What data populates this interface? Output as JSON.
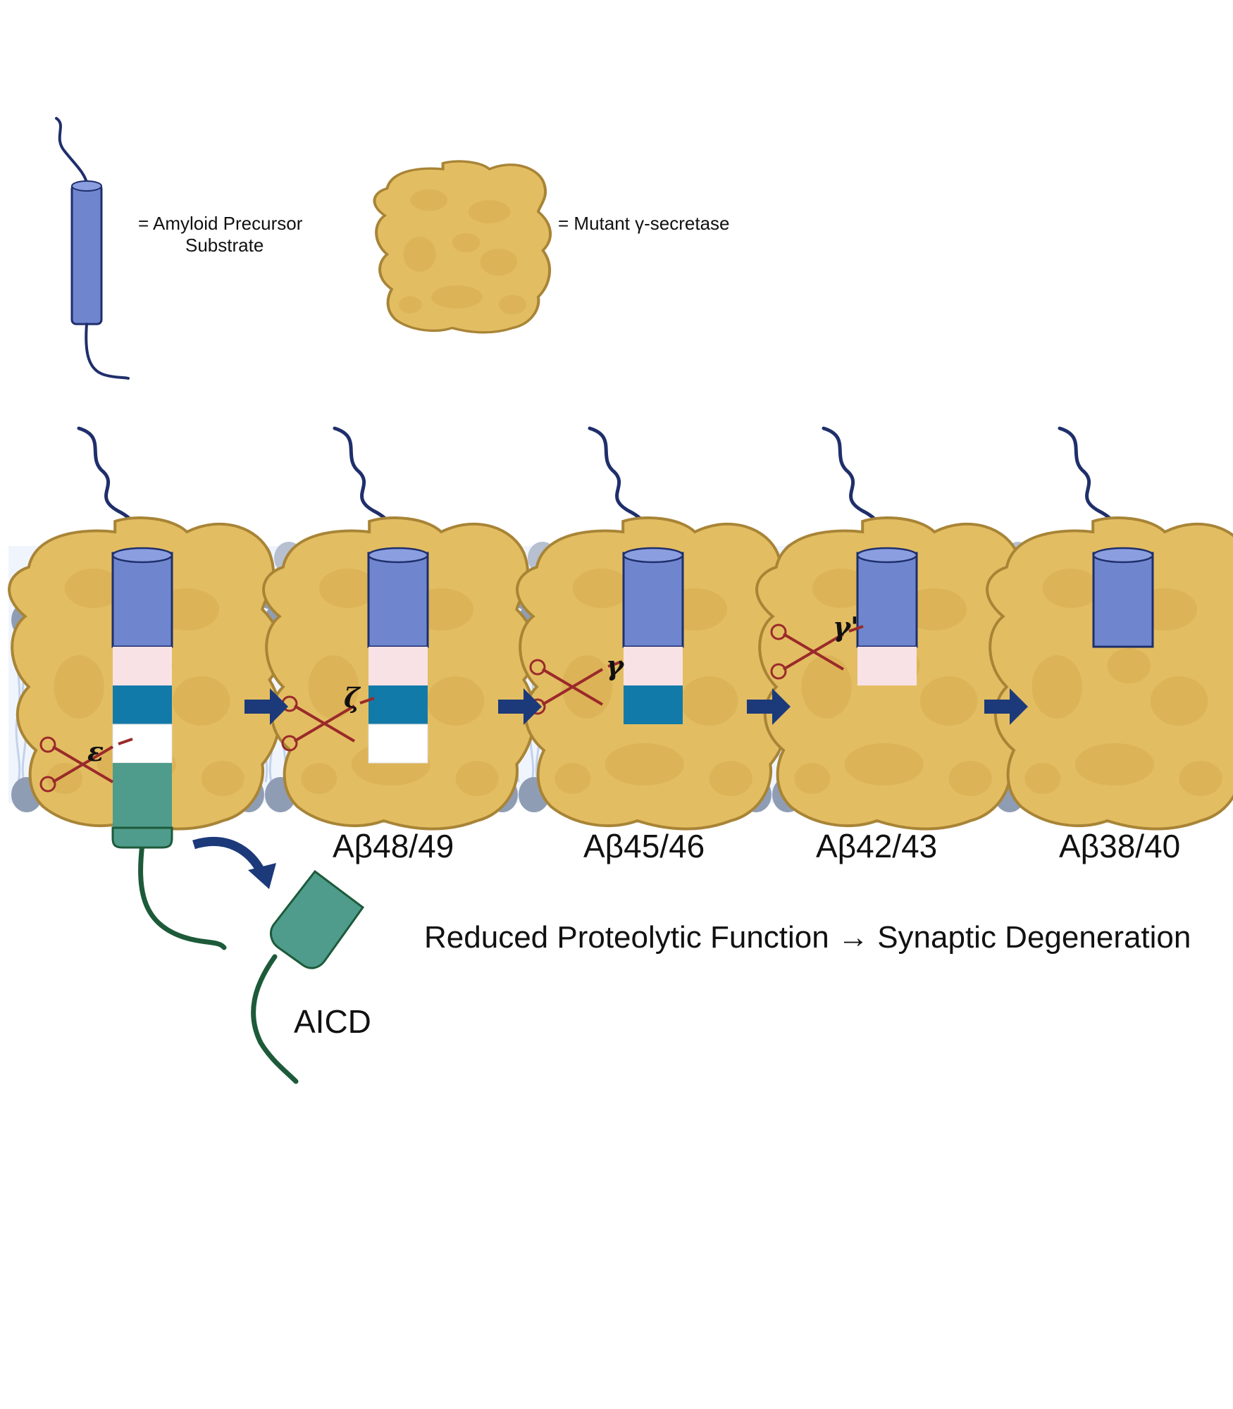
{
  "legend": {
    "substrate": {
      "label_line1": "= Amyloid Precursor",
      "label_line2": "Substrate"
    },
    "enzyme": {
      "label": "= Mutant γ-secretase"
    }
  },
  "steps": [
    {
      "cut_label": "ε",
      "product": "",
      "segments": [
        "pink",
        "blue",
        "white",
        "green"
      ]
    },
    {
      "cut_label": "ζ",
      "product": "Aβ48/49",
      "segments": [
        "pink",
        "blue",
        "white"
      ]
    },
    {
      "cut_label": "γ",
      "product": "Aβ45/46",
      "segments": [
        "pink",
        "blue"
      ]
    },
    {
      "cut_label": "γ'",
      "product": "Aβ42/43",
      "segments": [
        "pink"
      ]
    },
    {
      "cut_label": "",
      "product": "Aβ38/40",
      "segments": []
    }
  ],
  "fragment": {
    "label": "AICD"
  },
  "caption": "Reduced Proteolytic Function → Synaptic Degeneration",
  "colors": {
    "enzyme_fill": "#e3bd62",
    "enzyme_stroke": "#a88436",
    "helix": "#6f86cf",
    "helix_dark": "#1f2f6b",
    "pink": "#f8e2e6",
    "teal": "#127aa8",
    "green": "#4f9c8c",
    "green_dark": "#1d5a3a",
    "arrow": "#1c3a7a",
    "scissors": "#9a2a2a",
    "lipid_head": "#8f9db4",
    "lipid_head_light": "#b6c0d1",
    "lipid_tail": "#c3d2ea",
    "membrane_bg": "#f0f5fd"
  }
}
